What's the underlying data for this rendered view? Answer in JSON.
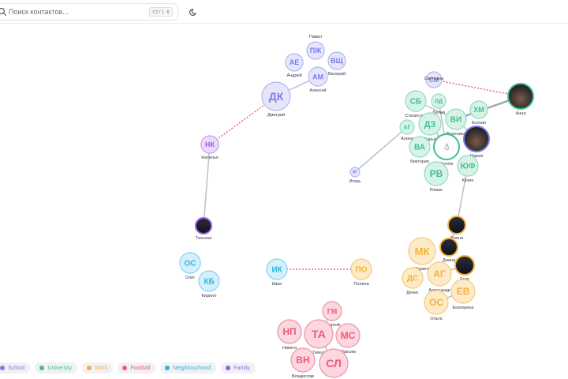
{
  "search": {
    "placeholder": "Поиск контактов...",
    "shortcut": "Ctrl K"
  },
  "theme_toggle": {
    "icon": "moon-icon"
  },
  "groups": [
    {
      "id": "school",
      "label": "School",
      "color": "#7b7be6",
      "fill": "#e6e6fb",
      "stroke": "#b5b5ee"
    },
    {
      "id": "university",
      "label": "University",
      "color": "#3fbf8f",
      "fill": "#d7f3e8",
      "stroke": "#8fdcbd"
    },
    {
      "id": "work",
      "label": "Work",
      "color": "#f5b13d",
      "fill": "#fdebc8",
      "stroke": "#f6c97a"
    },
    {
      "id": "football",
      "label": "Football",
      "color": "#ee5b78",
      "fill": "#fbd7df",
      "stroke": "#f093a6"
    },
    {
      "id": "neighbourhood",
      "label": "Neighbourhood",
      "color": "#2ab5df",
      "fill": "#d4f0fa",
      "stroke": "#86d3ee"
    },
    {
      "id": "family",
      "label": "Family",
      "color": "#9b5fe6",
      "fill": "#ecdcfb",
      "stroke": "#c29cef"
    }
  ],
  "nodes": [
    {
      "id": "dk",
      "initials": "ДК",
      "name": "Дмитрий",
      "group": "school"
    },
    {
      "id": "ae",
      "initials": "АЕ",
      "name": "Андрей",
      "group": "school"
    },
    {
      "id": "pzh",
      "initials": "ПЖ",
      "name": "Павел",
      "group": "school"
    },
    {
      "id": "vshch",
      "initials": "ВЩ",
      "name": "Валерий",
      "group": "school"
    },
    {
      "id": "am",
      "initials": "АМ",
      "name": "Алексей",
      "group": "school"
    },
    {
      "id": "nk",
      "initials": "НК",
      "name": "Наталья",
      "group": "family"
    },
    {
      "id": "tatyana",
      "initials": "",
      "name": "Татьяна",
      "group": "family",
      "photo": true
    },
    {
      "id": "os1",
      "initials": "ОС",
      "name": "Олег",
      "group": "neighbourhood"
    },
    {
      "id": "kb",
      "initials": "КБ",
      "name": "Кирилл",
      "group": "neighbourhood"
    },
    {
      "id": "ik",
      "initials": "ИК",
      "name": "Иван",
      "group": "neighbourhood"
    },
    {
      "id": "po",
      "initials": "ПО",
      "name": "Полина",
      "group": "work"
    },
    {
      "id": "sm",
      "initials": "СМ",
      "name": "Светлана",
      "group": "school"
    },
    {
      "id": "anna",
      "initials": "",
      "name": "Анна",
      "group": "university",
      "photo": true
    },
    {
      "id": "sb",
      "initials": "СБ",
      "name": "Станислав",
      "group": "university"
    },
    {
      "id": "ld",
      "initials": "ЛД",
      "name": "Лилия",
      "group": "university"
    },
    {
      "id": "hm",
      "initials": "ХМ",
      "name": "Ксения",
      "group": "university"
    },
    {
      "id": "vi",
      "initials": "ВИ",
      "name": "Вероника",
      "group": "university"
    },
    {
      "id": "ag1",
      "initials": "АГ",
      "name": "Алина",
      "group": "university"
    },
    {
      "id": "dz",
      "initials": "ДЗ",
      "name": "Дарья",
      "group": "university"
    },
    {
      "id": "artem",
      "initials": "",
      "name": "Артём",
      "group": "university",
      "photo": true
    },
    {
      "id": "mariya",
      "initials": "",
      "name": "Мария",
      "group": "school",
      "photo": true
    },
    {
      "id": "va",
      "initials": "ВА",
      "name": "Виктория",
      "group": "university"
    },
    {
      "id": "yuf",
      "initials": "ЮФ",
      "name": "Юлия",
      "group": "university"
    },
    {
      "id": "rv",
      "initials": "РВ",
      "name": "Роман",
      "group": "university"
    },
    {
      "id": "igor",
      "initials": "ИГ",
      "name": "Игорь",
      "group": "school"
    },
    {
      "id": "elena",
      "initials": "",
      "name": "Елена",
      "group": "work",
      "photo": true
    },
    {
      "id": "diana",
      "initials": "",
      "name": "Диана",
      "group": "work",
      "photo": true
    },
    {
      "id": "mk",
      "initials": "МК",
      "name": "Марина",
      "group": "work"
    },
    {
      "id": "egor",
      "initials": "",
      "name": "Егор",
      "group": "work",
      "photo": true
    },
    {
      "id": "ag2",
      "initials": "АГ",
      "name": "Александр",
      "group": "work"
    },
    {
      "id": "ds",
      "initials": "ДС",
      "name": "Денис",
      "group": "work"
    },
    {
      "id": "ev",
      "initials": "ЕВ",
      "name": "Екатерина",
      "group": "work"
    },
    {
      "id": "os2",
      "initials": "ОС",
      "name": "Ольга",
      "group": "work"
    },
    {
      "id": "gm",
      "initials": "ГМ",
      "name": "Георгий",
      "group": "football"
    },
    {
      "id": "np",
      "initials": "НП",
      "name": "Никита",
      "group": "football"
    },
    {
      "id": "ta",
      "initials": "ТА",
      "name": "Тимур",
      "group": "football"
    },
    {
      "id": "ms",
      "initials": "МС",
      "name": "Максим",
      "group": "football"
    },
    {
      "id": "vn",
      "initials": "ВН",
      "name": "Владислав",
      "group": "football"
    },
    {
      "id": "sl",
      "initials": "СЛ",
      "name": "",
      "group": "football"
    }
  ],
  "links": [
    {
      "source": "am",
      "target": "dk",
      "style": "solid",
      "weight": "normal"
    },
    {
      "source": "dk",
      "target": "nk",
      "style": "dashed",
      "weight": "normal"
    },
    {
      "source": "nk",
      "target": "tatyana",
      "style": "solid",
      "weight": "normal"
    },
    {
      "source": "ik",
      "target": "po",
      "style": "dashed",
      "weight": "normal"
    },
    {
      "source": "sm",
      "target": "anna",
      "style": "dashed",
      "weight": "normal"
    },
    {
      "source": "anna",
      "target": "vi",
      "style": "solid",
      "weight": "heavy"
    },
    {
      "source": "igor",
      "target": "ag1",
      "style": "solid",
      "weight": "normal"
    },
    {
      "source": "sb",
      "target": "vi",
      "style": "solid",
      "weight": "normal"
    },
    {
      "source": "ld",
      "target": "artem",
      "style": "solid",
      "weight": "normal"
    },
    {
      "source": "dz",
      "target": "artem",
      "style": "solid",
      "weight": "normal"
    },
    {
      "source": "vi",
      "target": "mariya",
      "style": "solid",
      "weight": "normal"
    },
    {
      "source": "yuf",
      "target": "elena",
      "style": "solid",
      "weight": "normal"
    },
    {
      "source": "elena",
      "target": "diana",
      "style": "solid",
      "weight": "normal"
    },
    {
      "source": "ag2",
      "target": "egor",
      "style": "solid",
      "weight": "normal"
    },
    {
      "source": "os2",
      "target": "ev",
      "style": "solid",
      "weight": "normal"
    },
    {
      "source": "gm",
      "target": "ta",
      "style": "solid",
      "weight": "normal"
    },
    {
      "source": "ta",
      "target": "sl",
      "style": "solid",
      "weight": "normal"
    }
  ]
}
